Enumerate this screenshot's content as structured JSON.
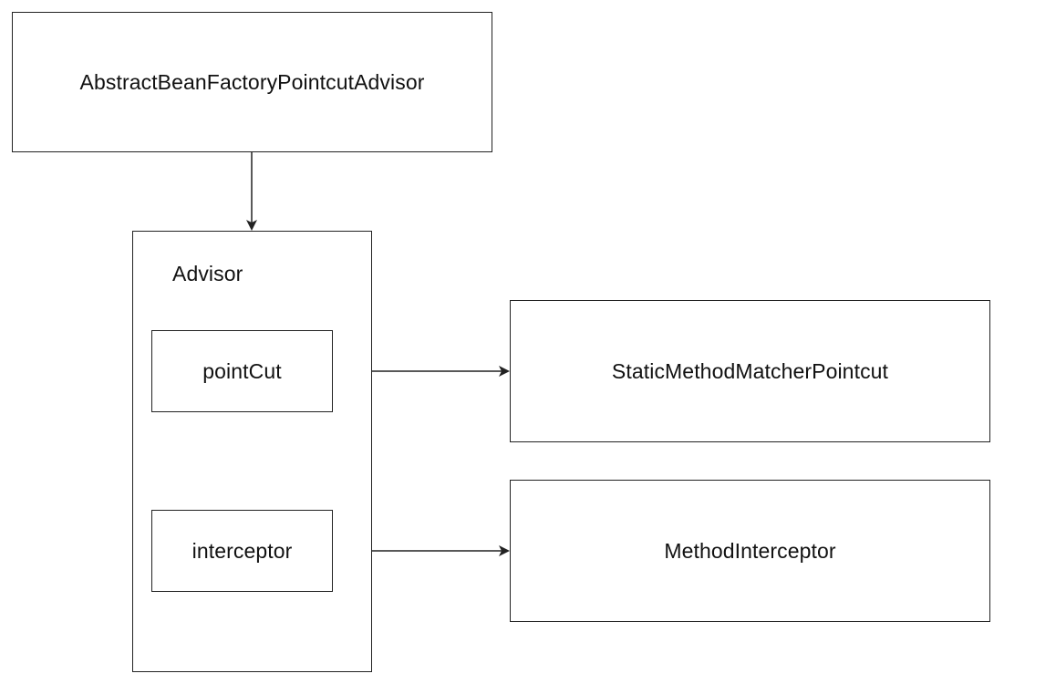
{
  "nodes": {
    "abstract_advisor": "AbstractBeanFactoryPointcutAdvisor",
    "advisor": "Advisor",
    "pointcut_field": "pointCut",
    "interceptor_field": "interceptor",
    "static_pointcut": "StaticMethodMatcherPointcut",
    "method_interceptor": "MethodInterceptor"
  },
  "edges": [
    {
      "from": "abstract_advisor",
      "to": "advisor"
    },
    {
      "from": "pointcut_field",
      "to": "static_pointcut"
    },
    {
      "from": "interceptor_field",
      "to": "method_interceptor"
    }
  ],
  "colors": {
    "stroke": "#222222",
    "background": "#ffffff"
  }
}
